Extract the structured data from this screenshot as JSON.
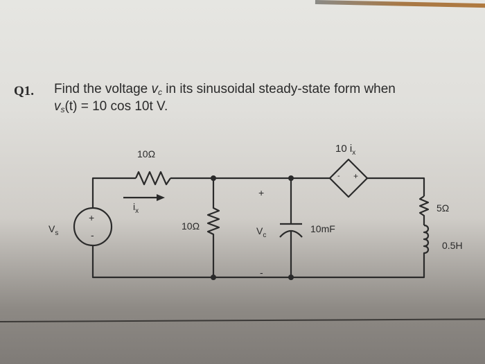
{
  "question": {
    "number": "Q1.",
    "line1_prefix": "Find the voltage ",
    "line1_var": "v",
    "line1_var_sub": "c",
    "line1_suffix": " in its sinusoidal steady-state form when",
    "line2_var": "v",
    "line2_var_sub": "s",
    "line2_rest": "(t) = 10 cos 10t V."
  },
  "circuit": {
    "source_label": "V",
    "source_label_sub": "s",
    "source_plus": "+",
    "source_minus": "-",
    "series_resistor": "10Ω",
    "current_label": "i",
    "current_label_sub": "x",
    "shunt_resistor": "10Ω",
    "vc_label": "V",
    "vc_label_sub": "c",
    "vc_plus": "+",
    "vc_minus": "-",
    "capacitor": "10mF",
    "dependent_source": "10 i",
    "dependent_source_sub": "x",
    "dep_minus": "-",
    "dep_plus": "+",
    "right_resistor": "5Ω",
    "inductor": "0.5H"
  }
}
